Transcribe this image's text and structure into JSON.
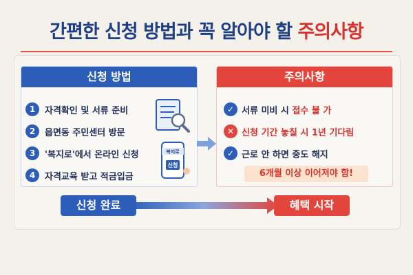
{
  "title": {
    "main": "간편한 신청 방법과 꼭 알아야 할 ",
    "accent": "주의사항"
  },
  "left_panel": {
    "heading": "신청 방법",
    "steps": [
      {
        "num": "1",
        "text": "자격확인 및 서류 준비"
      },
      {
        "num": "2",
        "text": "읍면동 주민센터 방문"
      },
      {
        "num": "3",
        "text": "'복지로'에서 온라인 신청"
      },
      {
        "num": "4",
        "text": "자격교육 받고 적금입금"
      }
    ],
    "phone_labels": {
      "top": "복지로",
      "button": "신청"
    }
  },
  "right_panel": {
    "heading": "주의사항",
    "notes": [
      {
        "icon": "check-icon",
        "plain": "서류 미비 시 ",
        "highlight": "접수 불 가"
      },
      {
        "icon": "x-icon",
        "text": "신청 기간 놓칠 시 1년 기다림"
      },
      {
        "icon": "check-icon",
        "text": "근로 안 하면 중도 해지"
      }
    ],
    "emphasis": "6개월 이상 이어져야 함!"
  },
  "flow": {
    "start": "신청 완료",
    "end": "혜택 시작"
  },
  "colors": {
    "blue": "#2c5db8",
    "red": "#e3453d",
    "navy": "#1f3f85"
  }
}
